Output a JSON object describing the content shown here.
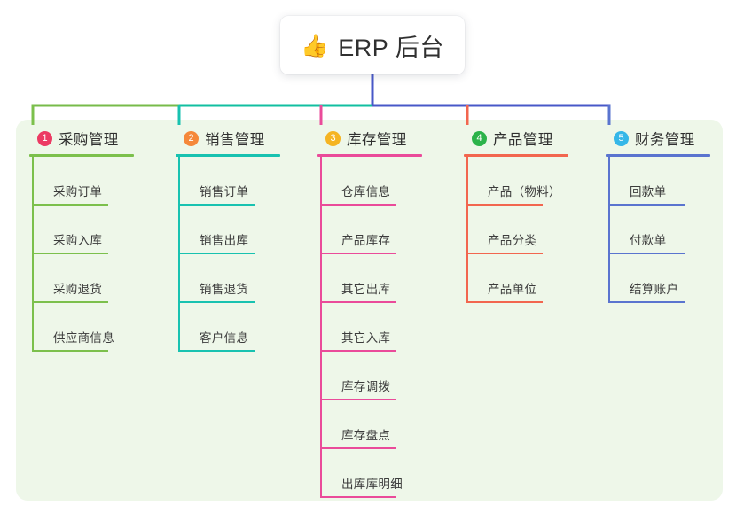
{
  "root": {
    "emoji": "👍",
    "emoji_name": "thumbs-up-emoji",
    "title": "ERP 后台"
  },
  "theme": {
    "canvas_bg": "#ffffff",
    "panel_bg": "#eef7e9",
    "card_bg": "#ffffff",
    "text": "#3a3a3a",
    "root_stem": "#4858c8",
    "bus_left": "#77bb4a",
    "bus_mid": "#12bfa0",
    "bus_right": "#4858c8"
  },
  "columns": [
    {
      "index": "1",
      "title": "采购管理",
      "badge_color": "#ec3a63",
      "line_color": "#7cc04c",
      "stub_color": "#7cc04c",
      "items": [
        "采购订单",
        "采购入库",
        "采购退货",
        "供应商信息"
      ]
    },
    {
      "index": "2",
      "title": "销售管理",
      "badge_color": "#f5883a",
      "line_color": "#18c2b0",
      "stub_color": "#18c2b0",
      "items": [
        "销售订单",
        "销售出库",
        "销售退货",
        "客户信息"
      ]
    },
    {
      "index": "3",
      "title": "库存管理",
      "badge_color": "#f5b422",
      "line_color": "#ea4b9a",
      "stub_color": "#ea4b9a",
      "items": [
        "仓库信息",
        "产品库存",
        "其它出库",
        "其它入库",
        "库存调拨",
        "库存盘点",
        "出库库明细"
      ]
    },
    {
      "index": "4",
      "title": "产品管理",
      "badge_color": "#2cb34a",
      "line_color": "#f2664f",
      "stub_color": "#f2664f",
      "items": [
        "产品（物料）",
        "产品分类",
        "产品单位"
      ]
    },
    {
      "index": "5",
      "title": "财务管理",
      "badge_color": "#35b7e8",
      "line_color": "#5a74cf",
      "stub_color": "#5a74cf",
      "items": [
        "回款单",
        "付款单",
        "结算账户"
      ]
    }
  ]
}
